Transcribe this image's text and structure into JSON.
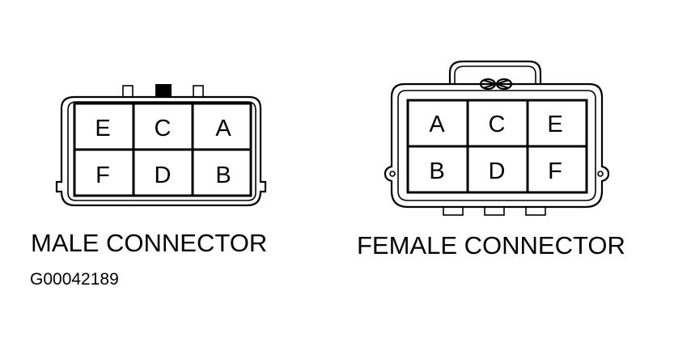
{
  "male_connector": {
    "caption": "MALE CONNECTOR",
    "pins_top": [
      "E",
      "C",
      "A"
    ],
    "pins_bottom": [
      "F",
      "D",
      "B"
    ]
  },
  "female_connector": {
    "caption": "FEMALE CONNECTOR",
    "pins_top": [
      "A",
      "C",
      "E"
    ],
    "pins_bottom": [
      "B",
      "D",
      "F"
    ]
  },
  "figure_code": "G00042189"
}
